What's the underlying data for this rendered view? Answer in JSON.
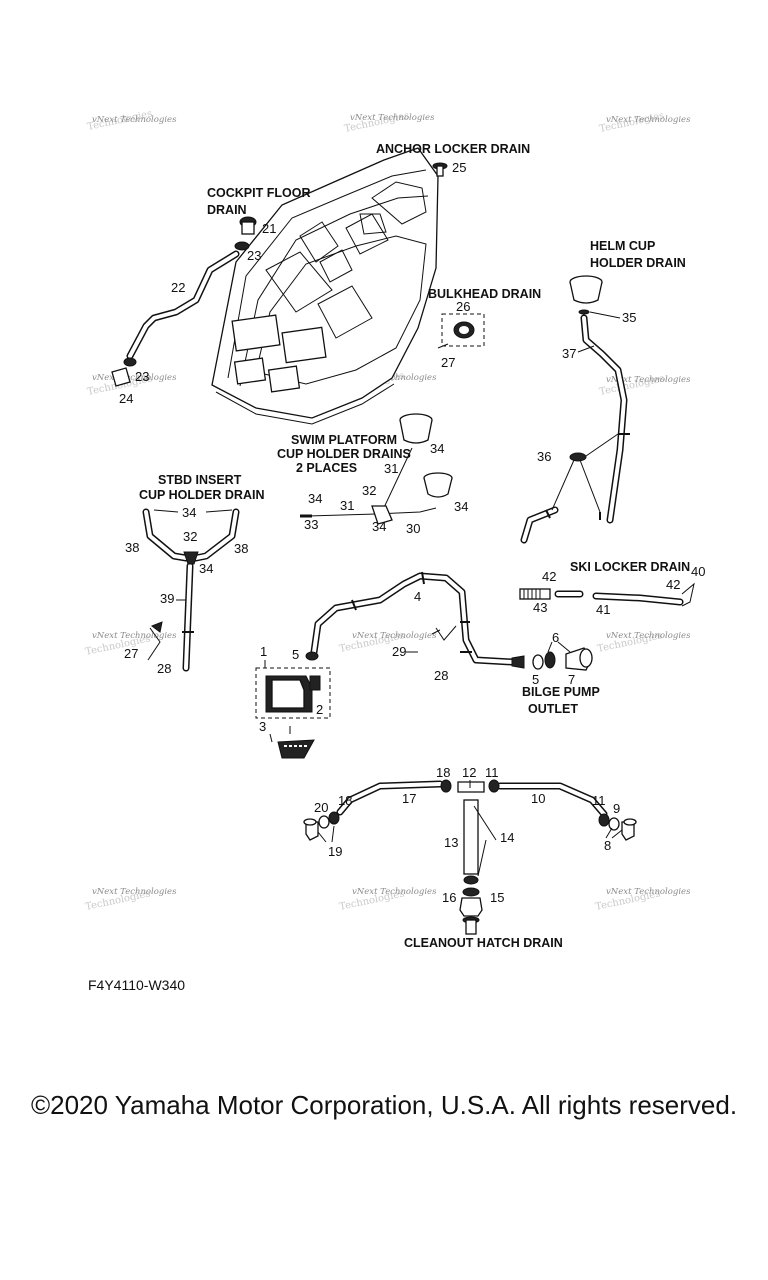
{
  "diagram": {
    "figure_code": "F4Y4110-W340",
    "copyright": "©2020 Yamaha Motor Corporation, U.S.A. All rights reserved.",
    "watermark": {
      "line1": "vNext Technologies",
      "line2": "Technologies"
    },
    "section_labels": {
      "anchor_locker": "ANCHOR LOCKER DRAIN",
      "cockpit_floor_1": "COCKPIT FLOOR",
      "cockpit_floor_2": "DRAIN",
      "helm_cup_1": "HELM CUP",
      "helm_cup_2": "HOLDER DRAIN",
      "bulkhead": "BULKHEAD DRAIN",
      "swim_platform_1": "SWIM PLATFORM",
      "swim_platform_2": "CUP HOLDER DRAINS",
      "swim_platform_3": "2 PLACES",
      "stbd_insert_1": "STBD INSERT",
      "stbd_insert_2": "CUP HOLDER DRAIN",
      "ski_locker": "SKI LOCKER DRAIN",
      "bilge_pump_1": "BILGE PUMP",
      "bilge_pump_2": "OUTLET",
      "cleanout_hatch": "CLEANOUT HATCH DRAIN"
    },
    "callouts": {
      "c25": "25",
      "c21": "21",
      "c23a": "23",
      "c22": "22",
      "c23b": "23",
      "c24": "24",
      "c26": "26",
      "c27a": "27",
      "c35": "35",
      "c37": "37",
      "c36": "36",
      "c34a": "34",
      "c31a": "31",
      "c32a": "32",
      "c34b": "34",
      "c31b": "31",
      "c33": "33",
      "c34c": "34",
      "c30": "30",
      "c34d": "34",
      "c34e": "34",
      "c32b": "32",
      "c38a": "38",
      "c38b": "38",
      "c34f": "34",
      "c39": "39",
      "c27b": "27",
      "c28a": "28",
      "c4": "4",
      "c42a": "42",
      "c40": "40",
      "c43": "43",
      "c42b": "42",
      "c41": "41",
      "c1": "1",
      "c5a": "5",
      "c2": "2",
      "c3": "3",
      "c29": "29",
      "c28b": "28",
      "c6": "6",
      "c5b": "5",
      "c7": "7",
      "c18a": "18",
      "c12": "12",
      "c11a": "11",
      "c17": "17",
      "c10": "10",
      "c20": "20",
      "c18b": "18",
      "c19": "19",
      "c13": "13",
      "c14": "14",
      "c11b": "11",
      "c9": "9",
      "c8": "8",
      "c16": "16",
      "c15": "15"
    }
  }
}
